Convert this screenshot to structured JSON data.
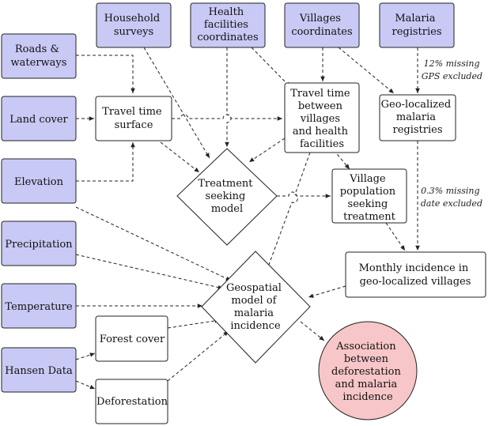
{
  "colors": {
    "input_fill": "#c9c9f5",
    "process_fill": "#ffffff",
    "result_fill": "#f7c6c8",
    "stroke": "#222222"
  },
  "nodes": {
    "household": [
      "Household",
      "surveys"
    ],
    "health": [
      "Health",
      "facilities",
      "coordinates"
    ],
    "villages": [
      "Villages",
      "coordinates"
    ],
    "malaria_reg": [
      "Malaria",
      "registries"
    ],
    "roads": [
      "Roads &",
      "waterways"
    ],
    "landcover": [
      "Land cover"
    ],
    "elevation": [
      "Elevation"
    ],
    "precip": [
      "Precipitation"
    ],
    "temp": [
      "Temperature"
    ],
    "hansen": [
      "Hansen Data"
    ],
    "travel_surface": [
      "Travel time",
      "surface"
    ],
    "travel_time": [
      "Travel time",
      "between",
      "villages",
      "and health",
      "facilities"
    ],
    "geo_reg": [
      "Geo-localized",
      "malaria",
      "registries"
    ],
    "treatment": [
      "Treatment",
      "seeking",
      "model"
    ],
    "village_pop": [
      "Village",
      "population",
      "seeking",
      "treatment"
    ],
    "monthly": [
      "Monthly incidence in",
      "geo-localized villages"
    ],
    "geospatial": [
      "Geospatial",
      "model of",
      "malaria",
      "incidence"
    ],
    "forest": [
      "Forest cover"
    ],
    "deforest": [
      "Deforestation"
    ],
    "association": [
      "Association",
      "between",
      "deforestation",
      "and malaria",
      "incidence"
    ]
  },
  "notes": {
    "gps": [
      "12% missing",
      "GPS excluded"
    ],
    "date": [
      "0.3% missing",
      "date excluded"
    ]
  }
}
